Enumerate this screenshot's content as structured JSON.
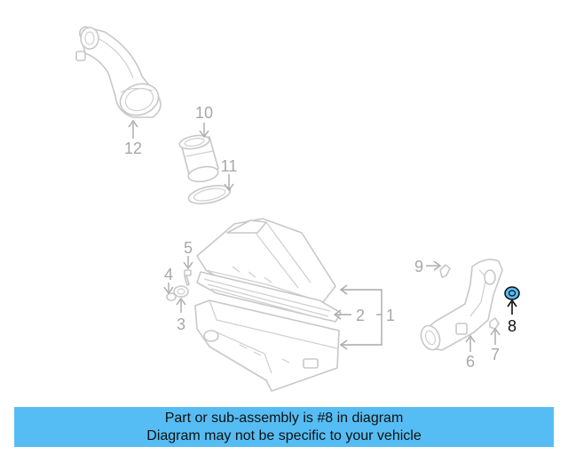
{
  "diagram": {
    "callouts": [
      {
        "id": "12",
        "label": "12",
        "highlighted": false
      },
      {
        "id": "10",
        "label": "10",
        "highlighted": false
      },
      {
        "id": "11",
        "label": "11",
        "highlighted": false
      },
      {
        "id": "5",
        "label": "5",
        "highlighted": false
      },
      {
        "id": "4",
        "label": "4",
        "highlighted": false
      },
      {
        "id": "3",
        "label": "3",
        "highlighted": false
      },
      {
        "id": "2",
        "label": "2",
        "highlighted": false
      },
      {
        "id": "1",
        "label": "1",
        "highlighted": false
      },
      {
        "id": "9",
        "label": "9",
        "highlighted": false
      },
      {
        "id": "8",
        "label": "8",
        "highlighted": true
      },
      {
        "id": "7",
        "label": "7",
        "highlighted": false
      },
      {
        "id": "6",
        "label": "6",
        "highlighted": false
      }
    ],
    "colors": {
      "line": "#c8c8c8",
      "callout": "#a8a8a8",
      "highlight_label": "#111111",
      "highlight_fill": "#56bdf4"
    }
  },
  "banner": {
    "line1": "Part or sub-assembly is #8 in diagram",
    "line2": "Diagram may not be specific to your vehicle",
    "background": "#56bdf4"
  }
}
